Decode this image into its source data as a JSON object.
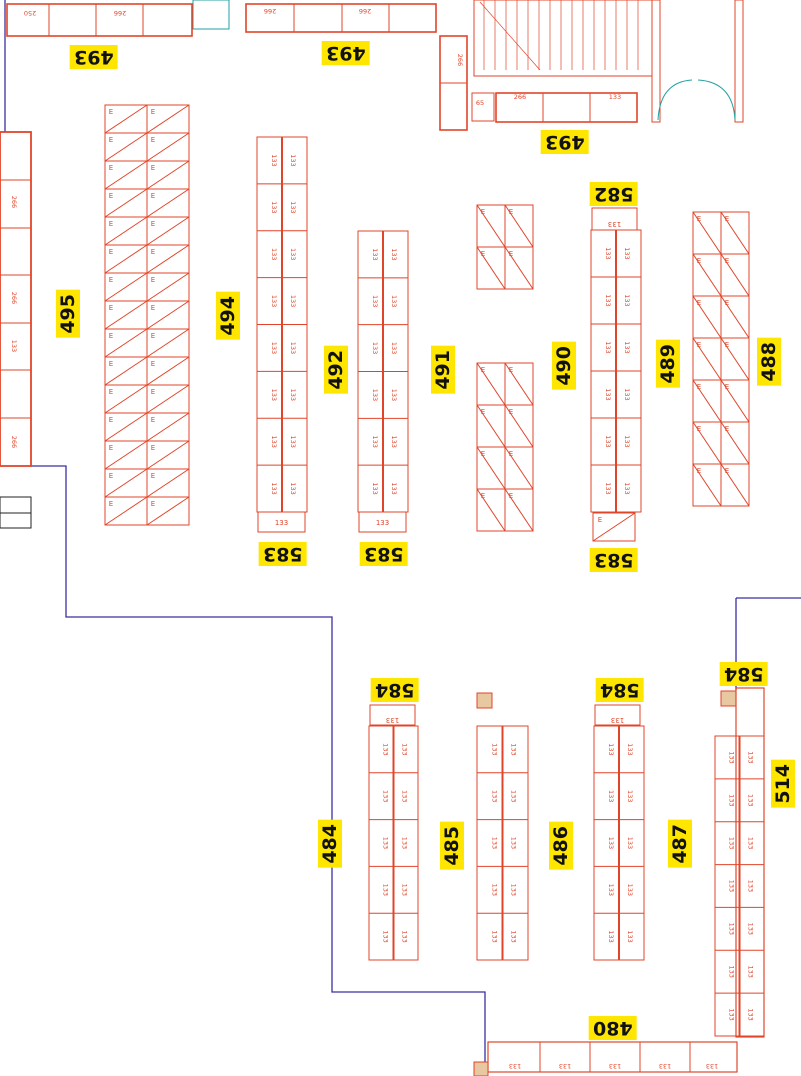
{
  "labels": {
    "l493a": "493",
    "l493b": "493",
    "l493c": "493",
    "l495": "495",
    "l494": "494",
    "l492": "492",
    "l491": "491",
    "l490": "490",
    "l489": "489",
    "l488": "488",
    "l582": "582",
    "l583a": "583",
    "l583b": "583",
    "l583c": "583",
    "l584a": "584",
    "l584b": "584",
    "l584c": "584",
    "l484": "484",
    "l485": "485",
    "l486": "486",
    "l487": "487",
    "l514": "514",
    "l480": "480"
  },
  "cells": {
    "c250": "250",
    "c266": "266",
    "c65": "65",
    "c133": "133",
    "e": "E"
  },
  "colors": {
    "shelf": "#e0452a",
    "wall": "#3a2fa0",
    "label": "#ffe600",
    "door": "#22a0a0"
  }
}
